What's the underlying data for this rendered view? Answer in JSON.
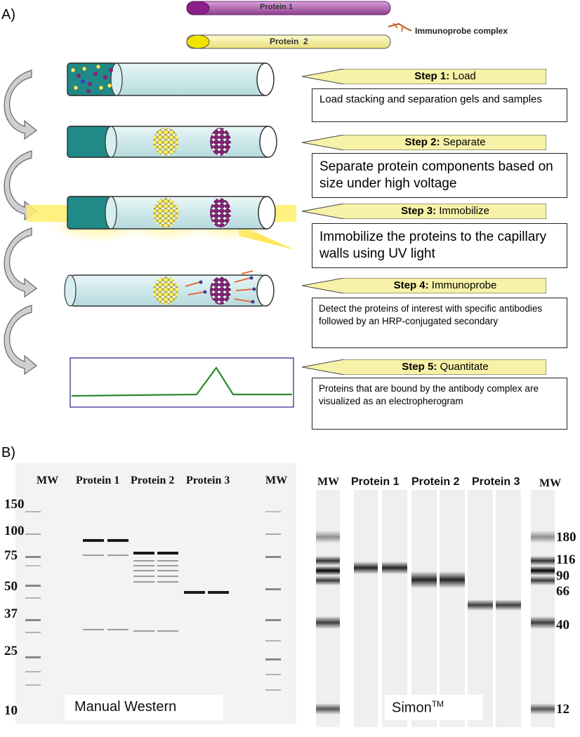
{
  "panel_a": {
    "label": "A)",
    "protein1_label": "Protein 1",
    "protein2_label": "Protein  2",
    "immunoprobe_label": "Immunoprobe complex",
    "steps": [
      {
        "bold": "Step 1:",
        "name": " Load",
        "description": "Load stacking and separation gels and samples"
      },
      {
        "bold": "Step 2:",
        "name": " Separate",
        "description": "Separate protein components based on size under high voltage"
      },
      {
        "bold": "Step 3:",
        "name": " Immobilize",
        "description": "Immobilize the proteins to the capillary walls using UV light"
      },
      {
        "bold": "Step 4:",
        "name": " Immunoprobe",
        "description": "Detect the proteins of interest with specific antibodies followed by an HRP-conjugated secondary"
      },
      {
        "bold": "Step 5:",
        "name": " Quantitate",
        "description": "Proteins that are bound by the antibody complex are visualized as an electropherogram"
      }
    ]
  },
  "panel_b": {
    "label": "B)",
    "manual": {
      "caption": "Manual Western",
      "mw_left": "MW",
      "mw_right": "MW",
      "lanes": [
        "Protein 1",
        "Protein 2",
        "Protein 3"
      ],
      "mw_values": [
        "150",
        "100",
        "75",
        "50",
        "37",
        "25",
        "10"
      ]
    },
    "simon": {
      "caption_main": "Simon",
      "caption_sup": "TM",
      "mw_left": "MW",
      "mw_right": "MW",
      "lanes": [
        "Protein 1",
        "Protein 2",
        "Protein 3"
      ],
      "mw_values": [
        "180",
        "116",
        "90",
        "66",
        "40",
        "12"
      ]
    }
  },
  "colors": {
    "protein1": "#9b3a9b",
    "protein2": "#f5ef9a",
    "teal": "#1f8a86",
    "capillary": "#d6eef0",
    "trace": "#2a8a2a",
    "trace_box": "#4a4aa0"
  }
}
